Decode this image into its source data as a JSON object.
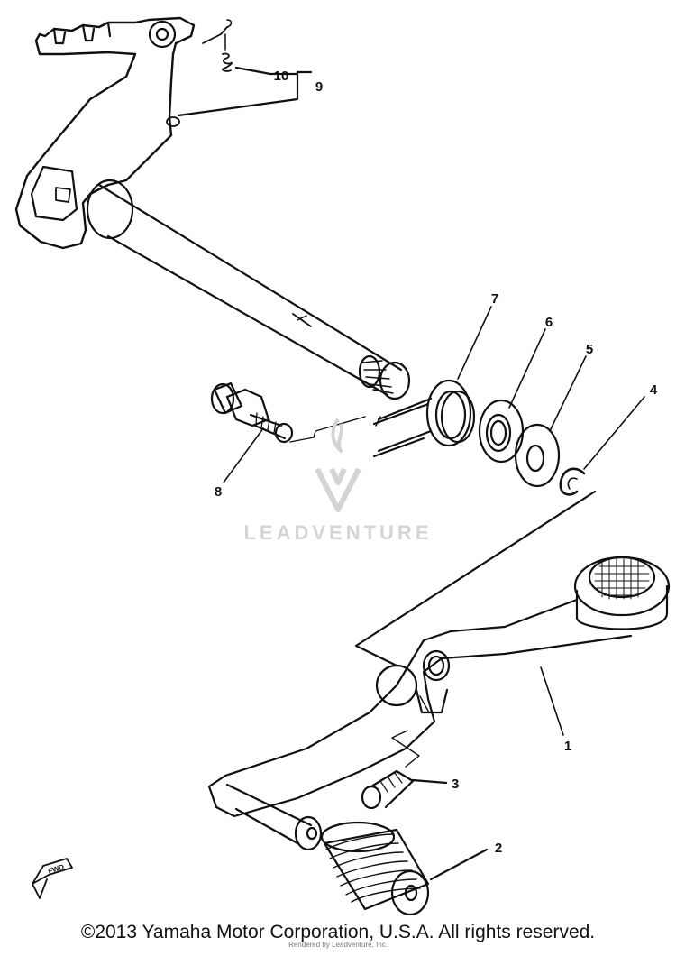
{
  "diagram": {
    "callouts": {
      "c1": "1",
      "c2": "2",
      "c3": "3",
      "c4": "4",
      "c5": "5",
      "c6": "6",
      "c7": "7",
      "c8": "8",
      "c9": "9",
      "c10": "10"
    },
    "fwd_label": "FWD"
  },
  "watermark": {
    "text": "LEADVENTURE"
  },
  "footer": {
    "copyright": "©2013 Yamaha Motor Corporation, U.S.A. All rights reserved.",
    "rendered_by": "Rendered by Leadventure, Inc."
  },
  "colors": {
    "line": "#111111",
    "watermark": "#d4d4d4",
    "background": "#ffffff"
  }
}
